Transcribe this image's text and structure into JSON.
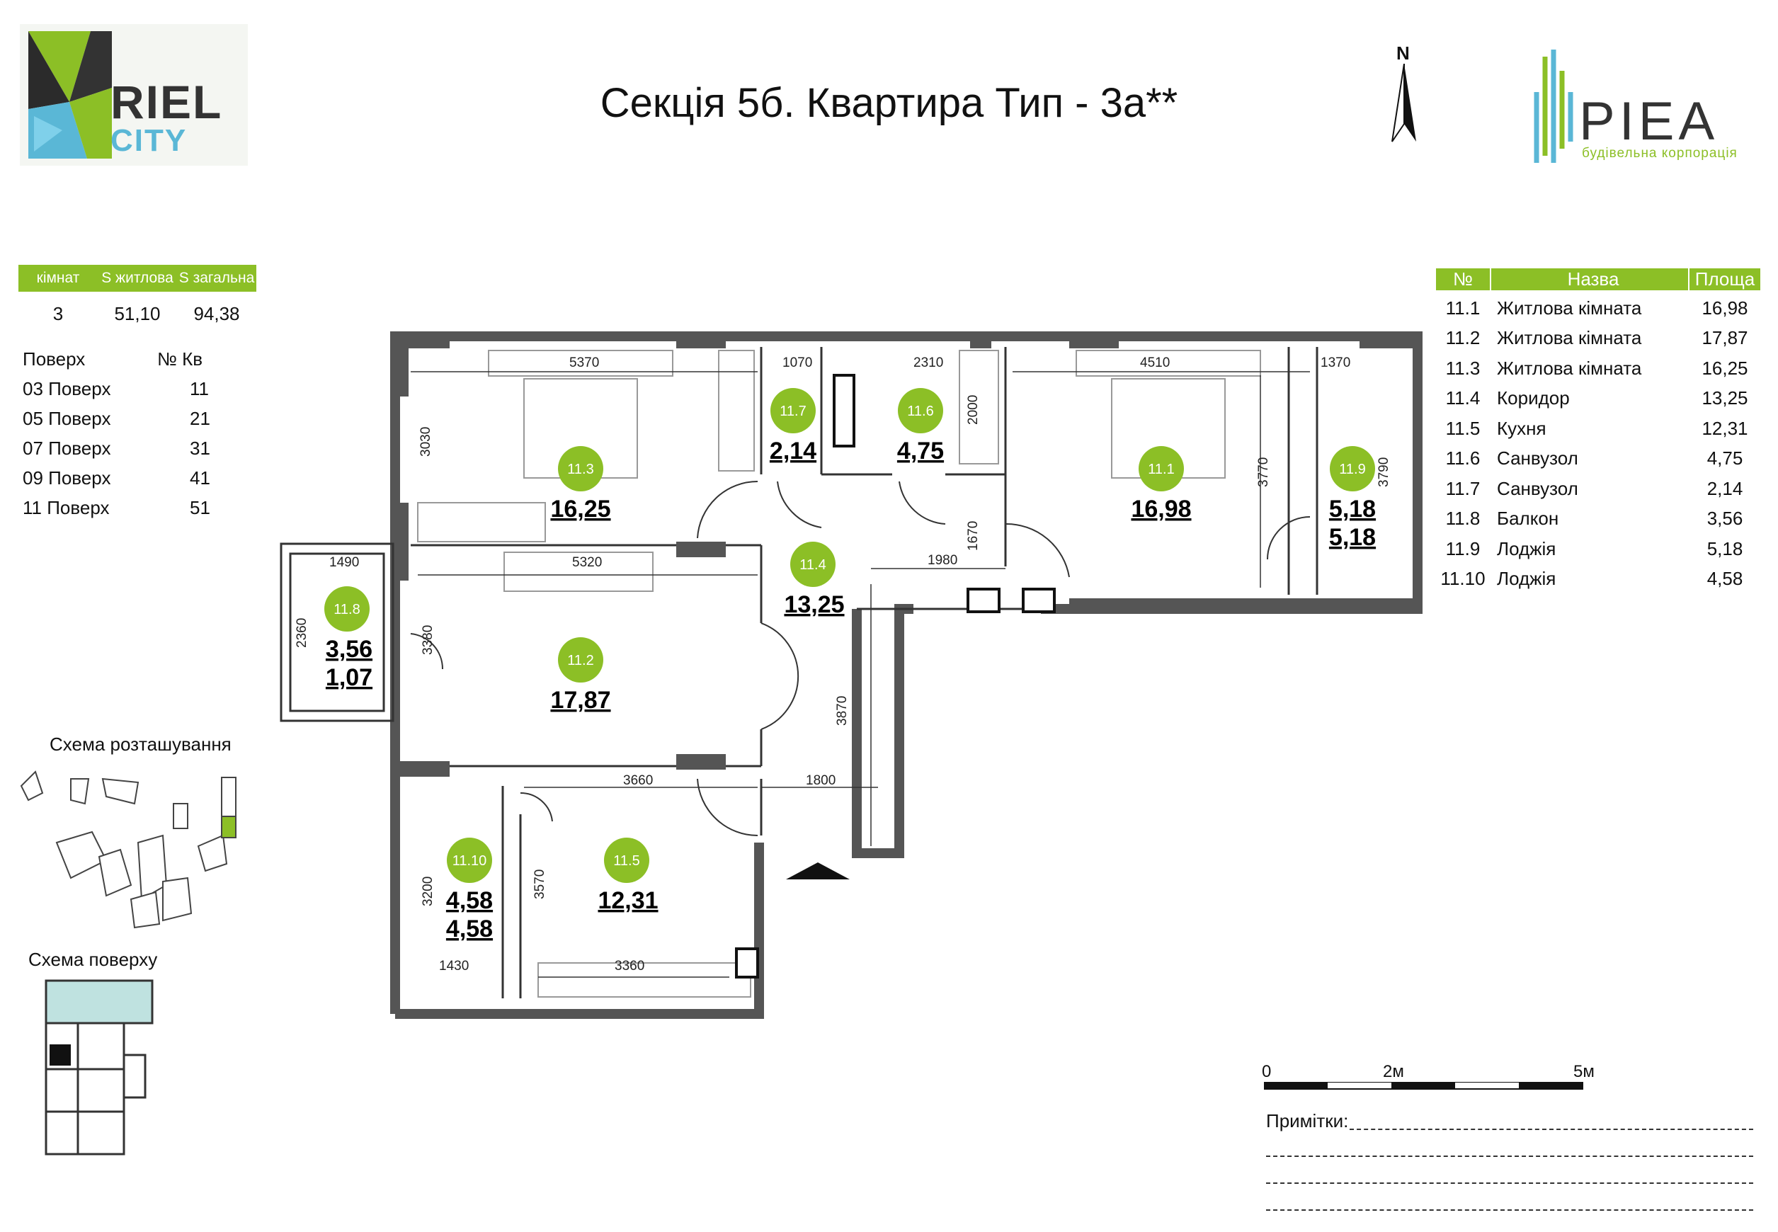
{
  "header": {
    "title": "Секція 5б. Квартира Тип - 3а**",
    "north_label": "N",
    "logo_left": {
      "word1": "RIEL",
      "word2": "CITY"
    },
    "logo_right": {
      "word": "PIEA",
      "tagline": "будівельна корпорація"
    }
  },
  "summary": {
    "headers": [
      "кімнат",
      "S житлова",
      "S загальна"
    ],
    "values": [
      "3",
      "51,10",
      "94,38"
    ]
  },
  "floors": {
    "headers": [
      "Поверх",
      "№ Кв"
    ],
    "rows": [
      [
        "03 Поверх",
        "11"
      ],
      [
        "05 Поверх",
        "21"
      ],
      [
        "07 Поверх",
        "31"
      ],
      [
        "09 Поверх",
        "41"
      ],
      [
        "11 Поверх",
        "51"
      ]
    ]
  },
  "rooms_table": {
    "headers": [
      "№",
      "Назва",
      "Площа"
    ],
    "rows": [
      [
        "11.1",
        "Житлова кімната",
        "16,98"
      ],
      [
        "11.2",
        "Житлова кімната",
        "17,87"
      ],
      [
        "11.3",
        "Житлова кімната",
        "16,25"
      ],
      [
        "11.4",
        "Коридор",
        "13,25"
      ],
      [
        "11.5",
        "Кухня",
        "12,31"
      ],
      [
        "11.6",
        "Санвузол",
        "4,75"
      ],
      [
        "11.7",
        "Санвузол",
        "2,14"
      ],
      [
        "11.8",
        "Балкон",
        "3,56"
      ],
      [
        "11.9",
        "Лоджія",
        "5,18"
      ],
      [
        "11.10",
        "Лоджія",
        "4,58"
      ]
    ]
  },
  "plan": {
    "rooms": {
      "r11_1": {
        "id": "11.1",
        "area": "16,98"
      },
      "r11_2": {
        "id": "11.2",
        "area": "17,87"
      },
      "r11_3": {
        "id": "11.3",
        "area": "16,25"
      },
      "r11_4": {
        "id": "11.4",
        "area": "13,25"
      },
      "r11_5": {
        "id": "11.5",
        "area": "12,31"
      },
      "r11_6": {
        "id": "11.6",
        "area": "4,75"
      },
      "r11_7": {
        "id": "11.7",
        "area": "2,14"
      },
      "r11_8": {
        "id": "11.8",
        "area": "3,56",
        "area2": "1,07"
      },
      "r11_9": {
        "id": "11.9",
        "area": "5,18",
        "area2": "5,18"
      },
      "r11_10": {
        "id": "11.10",
        "area": "4,58",
        "area2": "4,58"
      }
    },
    "dims": {
      "d5370": "5370",
      "d1070": "1070",
      "d2310": "2310",
      "d4510": "4510",
      "d1370": "1370",
      "d3030": "3030",
      "d2000": "2000",
      "d3770": "3770",
      "d3790": "3790",
      "d1670": "1670",
      "d1490": "1490",
      "d5320": "5320",
      "d1980": "1980",
      "d2360": "2360",
      "d3380": "3380",
      "d3870": "3870",
      "d3660": "3660",
      "d1800": "1800",
      "d3200": "3200",
      "d3570": "3570",
      "d1430": "1430",
      "d3360": "3360"
    }
  },
  "schemes": {
    "location_title": "Схема розташування",
    "floor_title": "Схема поверху"
  },
  "scale": {
    "l0": "0",
    "l2": "2м",
    "l5": "5м"
  },
  "notes": {
    "label": "Примітки:"
  },
  "colors": {
    "accent": "#8cbf26",
    "wall": "#555555"
  }
}
